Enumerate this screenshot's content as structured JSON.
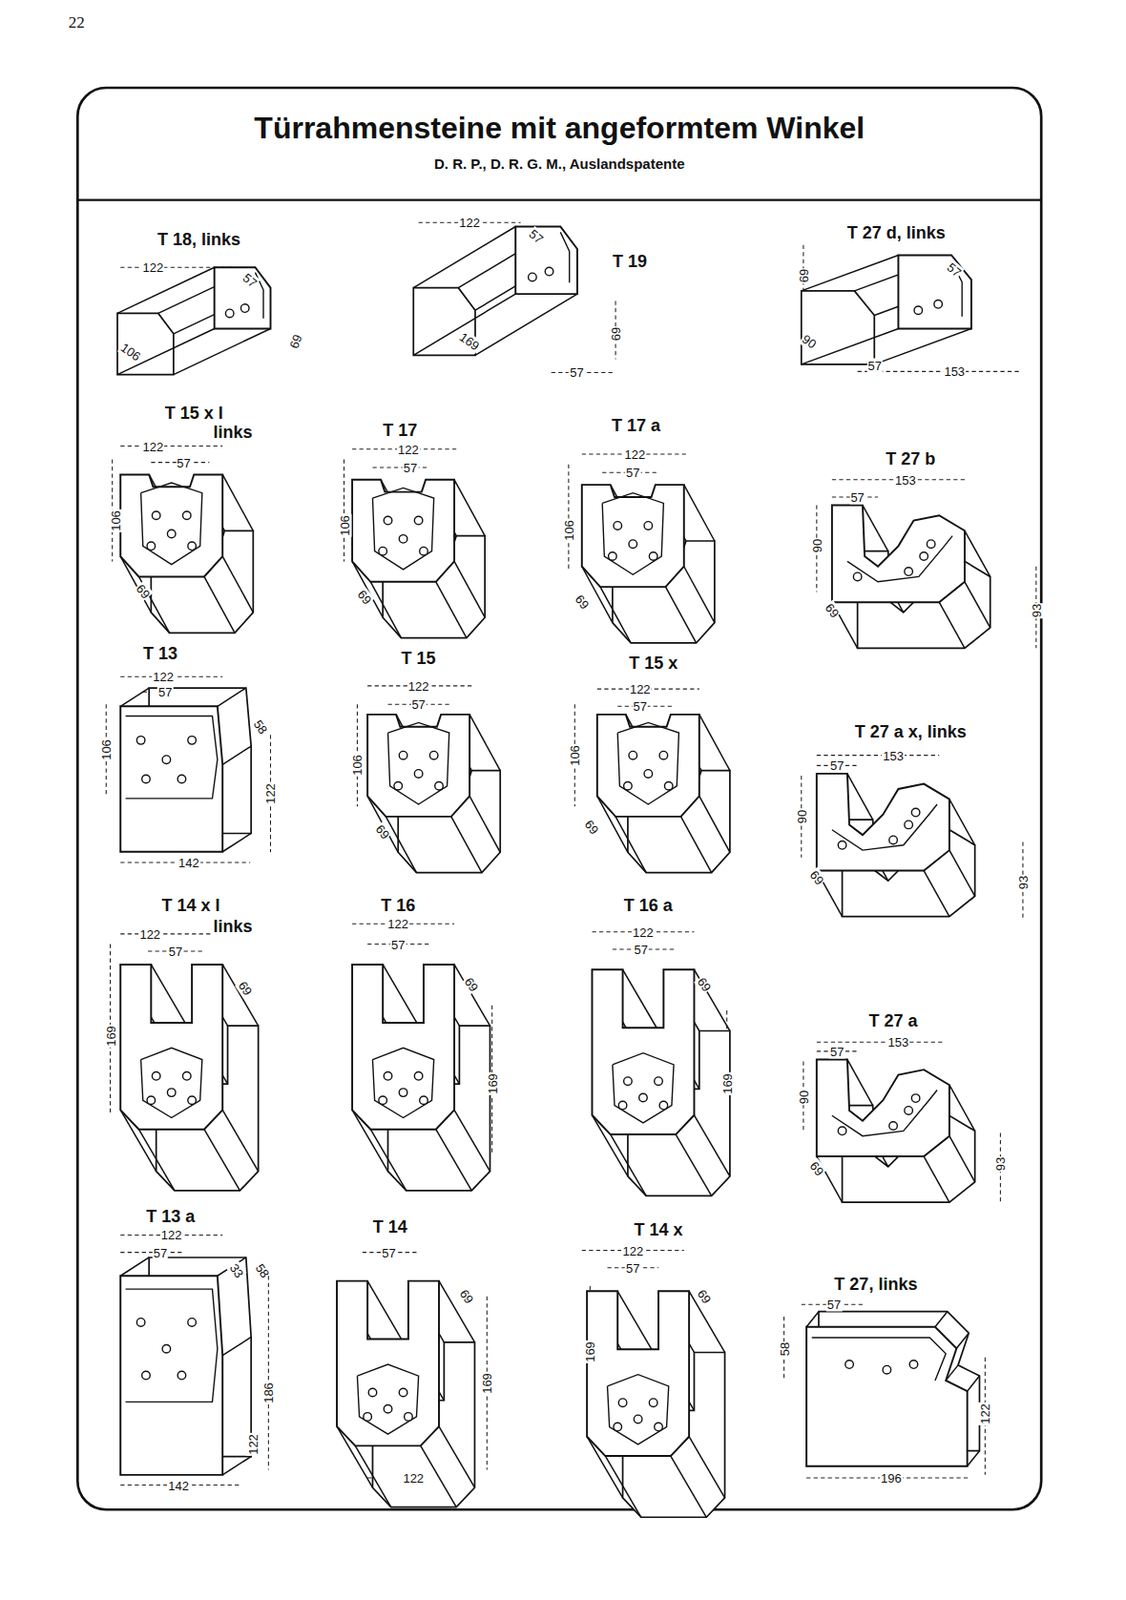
{
  "diagram": {
    "title": "Türrahmensteine mit angeformtem Winkel",
    "labels": [
      "22",
      "D. R. P., D. R. G. M., Auslandspatente",
      "T 18, links",
      "122",
      "57",
      "106",
      "69",
      "122",
      "57",
      "T 19",
      "169",
      "69",
      "57",
      "T 27 d, links",
      "69",
      "57",
      "90",
      "57",
      "153",
      "T 15 x I",
      "links",
      "122",
      "57",
      "106",
      "69",
      "T 17",
      "122",
      "57",
      "106",
      "69",
      "T 17 a",
      "122",
      "57",
      "106",
      "69",
      "T 27 b",
      "153",
      "57",
      "90",
      "69",
      "93",
      "T 13",
      "122",
      "57",
      "106",
      "58",
      "122",
      "142",
      "T 15",
      "122",
      "57",
      "106",
      "69",
      "T 15 x",
      "122",
      "57",
      "106",
      "69",
      "T 27 a x, links",
      "153",
      "57",
      "90",
      "69",
      "93",
      "T 14 x I",
      "links",
      "122",
      "57",
      "69",
      "169",
      "T 16",
      "122",
      "57",
      "69",
      "169",
      "T 16 a",
      "122",
      "57",
      "69",
      "169",
      "T 27 a",
      "153",
      "57",
      "90",
      "69",
      "93",
      "T 13 a",
      "122",
      "57",
      "33",
      "58",
      "186",
      "122",
      "142",
      "T 14",
      "57",
      "69",
      "169",
      "122",
      "T 14 x",
      "122",
      "57",
      "69",
      "169",
      "T 27, links",
      "57",
      "58",
      "122",
      "196"
    ]
  }
}
